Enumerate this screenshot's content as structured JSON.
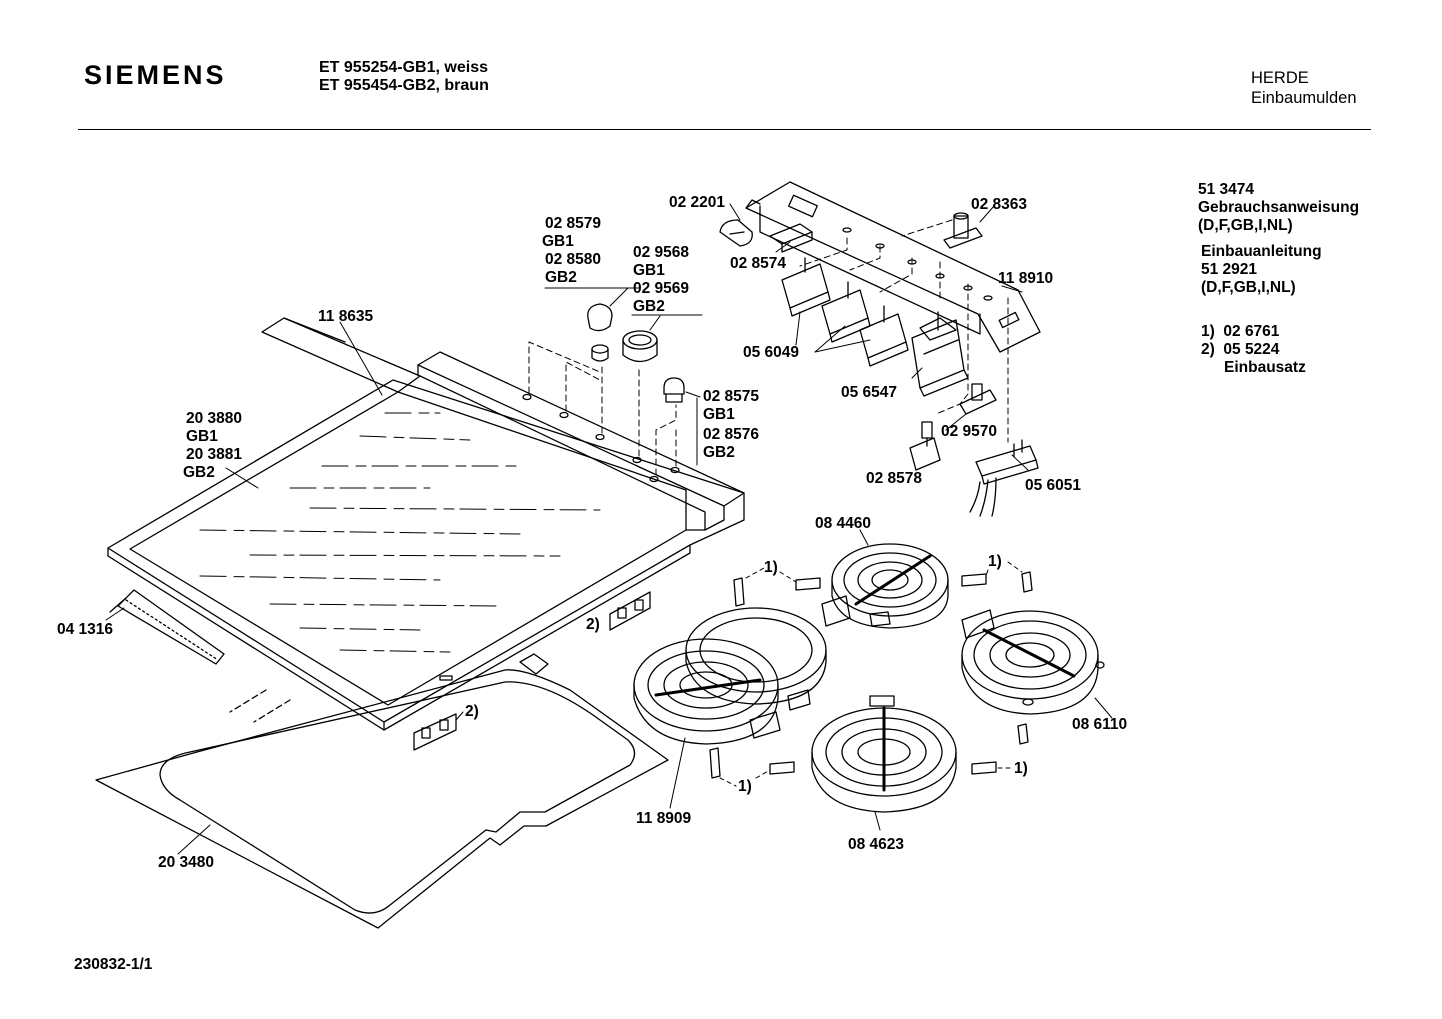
{
  "header": {
    "brand": "SIEMENS",
    "models": [
      "ET 955254-GB1, weiss",
      "ET 955454-GB2, braun"
    ],
    "category": [
      "HERDE",
      "Einbaumulden"
    ]
  },
  "notes": {
    "manual_number": "51 3474",
    "manual_title": "Gebrauchsanweisung",
    "manual_langs": "(D,F,GB,I,NL)",
    "install_title": "Einbauanleitung",
    "install_number": "51 2921",
    "install_langs": "(D,F,GB,I,NL)",
    "footnote_1": "1)  02 6761",
    "footnote_2": "2)  05 5224",
    "footnote_2_name": "Einbausatz"
  },
  "parts": {
    "p118635": "11 8635",
    "p203880": "20 3880",
    "gb1_a": "GB1",
    "p203881": "20 3881",
    "gb2_a": "GB2",
    "p041316": "04 1316",
    "p203480": "20 3480",
    "p028579": "02 8579",
    "gb1_b": "GB1",
    "p028580": "02 8580",
    "gb2_b": "GB2",
    "p029568": "02 9568",
    "gb1_c": "GB1",
    "p029569": "02 9569",
    "gb2_c": "GB2",
    "p028575": "02 8575",
    "gb1_d": "GB1",
    "p028576": "02 8576",
    "gb2_d": "GB2",
    "p022201": "02 2201",
    "p028574": "02 8574",
    "p028363": "02 8363",
    "p118910": "11 8910",
    "p056049": "05 6049",
    "p056547": "05 6547",
    "p029570": "02 9570",
    "p028578": "02 8578",
    "p056051": "05 6051",
    "p084460": "08 4460",
    "p086110": "08 6110",
    "p084623": "08 4623",
    "p118909": "11 8909",
    "ref1_a": "1)",
    "ref1_b": "1)",
    "ref1_c": "1)",
    "ref1_d": "1)",
    "ref2_a": "2)",
    "ref2_b": "2)"
  },
  "footer": {
    "drawing_number": "230832-1/1"
  }
}
